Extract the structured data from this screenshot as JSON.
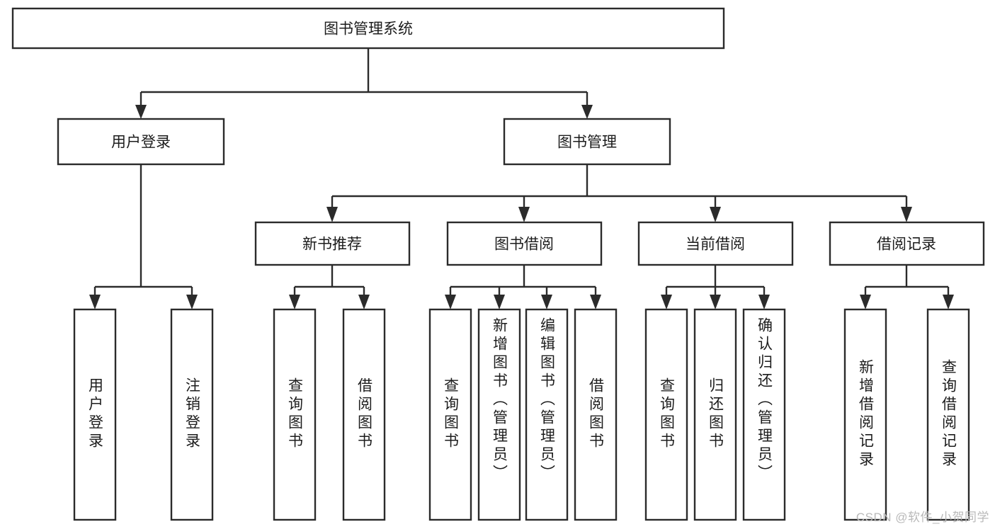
{
  "diagram": {
    "title": "图书管理系统",
    "type": "tree-hierarchy-functional-decomposition",
    "watermark": "CSDN @软件_小贺同学",
    "colors": {
      "background": "#ffffff",
      "box_stroke": "#2b2b2b",
      "box_fill": "#ffffff",
      "text": "#1c1c1c",
      "watermark": "#b9b9b9"
    },
    "levels": {
      "root": {
        "label": "图书管理系统",
        "orientation": "horizontal"
      },
      "level2": [
        {
          "label": "用户登录",
          "orientation": "horizontal"
        },
        {
          "label": "图书管理",
          "orientation": "horizontal"
        }
      ],
      "level3": [
        {
          "label": "新书推荐",
          "orientation": "horizontal"
        },
        {
          "label": "图书借阅",
          "orientation": "horizontal"
        },
        {
          "label": "当前借阅",
          "orientation": "horizontal"
        },
        {
          "label": "借阅记录",
          "orientation": "horizontal"
        }
      ],
      "leaves": {
        "用户登录": [
          {
            "label": "用户登录",
            "orientation": "vertical"
          },
          {
            "label": "注销登录",
            "orientation": "vertical"
          }
        ],
        "新书推荐": [
          {
            "label": "查询图书",
            "orientation": "vertical"
          },
          {
            "label": "借阅图书",
            "orientation": "vertical"
          }
        ],
        "图书借阅": [
          {
            "label": "查询图书",
            "orientation": "vertical"
          },
          {
            "label": "新增图书（管理员）",
            "orientation": "vertical"
          },
          {
            "label": "编辑图书（管理员）",
            "orientation": "vertical"
          },
          {
            "label": "借阅图书",
            "orientation": "vertical"
          }
        ],
        "当前借阅": [
          {
            "label": "查询图书",
            "orientation": "vertical"
          },
          {
            "label": "归还图书",
            "orientation": "vertical"
          },
          {
            "label": "确认归还（管理员）",
            "orientation": "vertical"
          }
        ],
        "借阅记录": [
          {
            "label": "新增借阅记录",
            "orientation": "vertical"
          },
          {
            "label": "查询借阅记录",
            "orientation": "vertical"
          }
        ]
      }
    },
    "nodes": {
      "root": "图书管理系统",
      "n_user_login": "用户登录",
      "n_book_manage": "图书管理",
      "n_new_book_rec": "新书推荐",
      "n_book_borrow": "图书借阅",
      "n_current_borrow": "当前借阅",
      "n_borrow_record": "借阅记录",
      "leaf_user_login": "用户登录",
      "leaf_logout": "注销登录",
      "leaf_query_book_1": "查询图书",
      "leaf_borrow_book_1": "借阅图书",
      "leaf_query_book_2": "查询图书",
      "leaf_add_book": "新增图书（管理员）",
      "leaf_edit_book": "编辑图书（管理员）",
      "leaf_borrow_book_2": "借阅图书",
      "leaf_query_book_3": "查询图书",
      "leaf_return_book": "归还图书",
      "leaf_confirm_return": "确认归还（管理员）",
      "leaf_add_record": "新增借阅记录",
      "leaf_query_record": "查询借阅记录"
    }
  }
}
